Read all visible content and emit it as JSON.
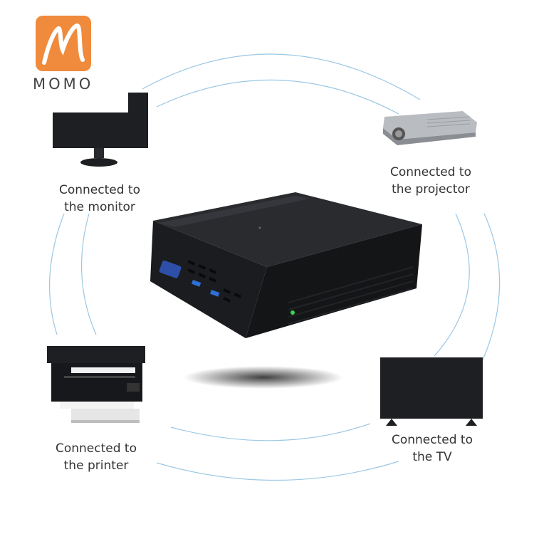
{
  "brand": {
    "name": "MOMO",
    "logo_color": "#f08a3c",
    "icon": "momo-logo-icon"
  },
  "captions": {
    "monitor": "Connected to\nthe monitor",
    "projector": "Connected to\nthe projector",
    "printer": "Connected to\nthe printer",
    "tv": "Connected to\nthe TV"
  },
  "devices": [
    {
      "name": "monitor",
      "icon": "monitor-icon"
    },
    {
      "name": "projector",
      "icon": "projector-icon"
    },
    {
      "name": "printer",
      "icon": "printer-icon"
    },
    {
      "name": "tv",
      "icon": "tv-icon"
    },
    {
      "name": "mini-pc",
      "icon": "mini-pc-icon"
    }
  ],
  "colors": {
    "ring": "#9bc7e4",
    "device_dark": "#1e1f22",
    "led": "#39d353",
    "usb_port": "#2f6fd6",
    "vga_port": "#2d4fa8"
  }
}
